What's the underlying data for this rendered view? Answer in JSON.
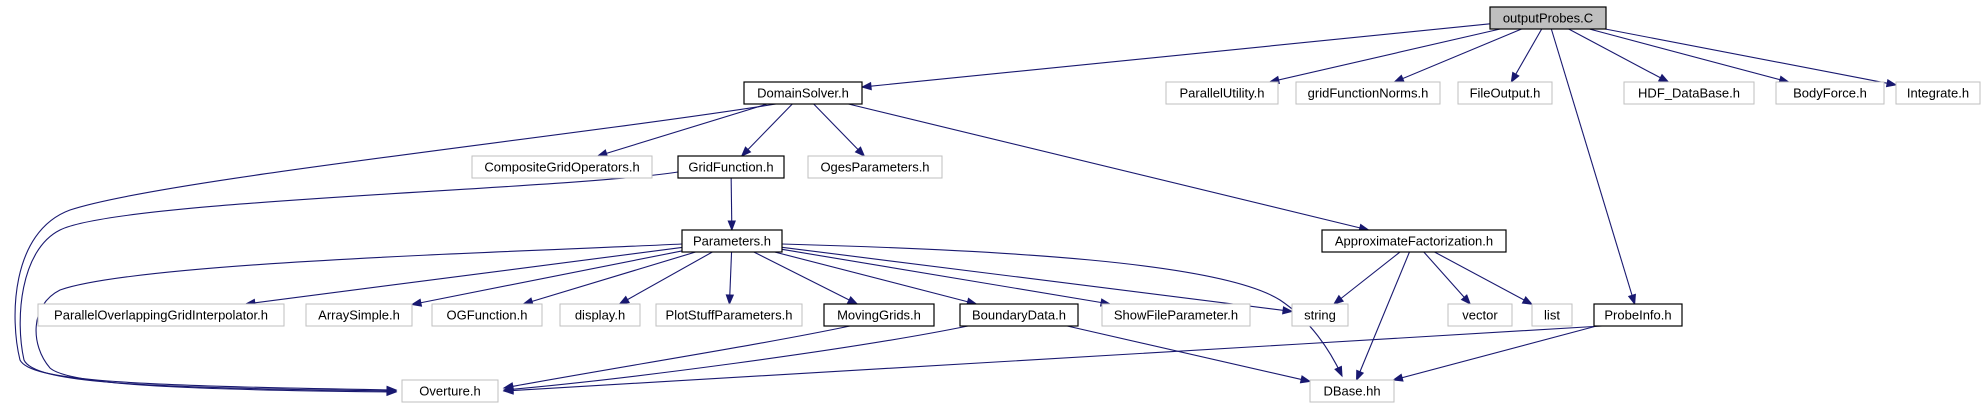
{
  "diagram": {
    "title": "",
    "nodes": [
      {
        "id": "outputProbes",
        "label": "outputProbes.C",
        "kind": "root"
      },
      {
        "id": "DomainSolver",
        "label": "DomainSolver.h",
        "kind": "doc"
      },
      {
        "id": "ParallelUtility",
        "label": "ParallelUtility.h",
        "kind": "nodoc"
      },
      {
        "id": "gridFunctionNorms",
        "label": "gridFunctionNorms.h",
        "kind": "nodoc"
      },
      {
        "id": "FileOutput",
        "label": "FileOutput.h",
        "kind": "nodoc"
      },
      {
        "id": "HDF_DataBase",
        "label": "HDF_DataBase.h",
        "kind": "nodoc"
      },
      {
        "id": "BodyForce",
        "label": "BodyForce.h",
        "kind": "nodoc"
      },
      {
        "id": "Integrate",
        "label": "Integrate.h",
        "kind": "nodoc"
      },
      {
        "id": "CompositeGridOperators",
        "label": "CompositeGridOperators.h",
        "kind": "nodoc"
      },
      {
        "id": "GridFunction",
        "label": "GridFunction.h",
        "kind": "doc"
      },
      {
        "id": "OgesParameters",
        "label": "OgesParameters.h",
        "kind": "nodoc"
      },
      {
        "id": "Parameters",
        "label": "Parameters.h",
        "kind": "doc"
      },
      {
        "id": "ApproximateFactorization",
        "label": "ApproximateFactorization.h",
        "kind": "doc"
      },
      {
        "id": "ParallelOverlappingGridInterpolator",
        "label": "ParallelOverlappingGridInterpolator.h",
        "kind": "nodoc"
      },
      {
        "id": "ArraySimple",
        "label": "ArraySimple.h",
        "kind": "nodoc"
      },
      {
        "id": "OGFunction",
        "label": "OGFunction.h",
        "kind": "nodoc"
      },
      {
        "id": "display",
        "label": "display.h",
        "kind": "nodoc"
      },
      {
        "id": "PlotStuffParameters",
        "label": "PlotStuffParameters.h",
        "kind": "nodoc"
      },
      {
        "id": "MovingGrids",
        "label": "MovingGrids.h",
        "kind": "doc"
      },
      {
        "id": "BoundaryData",
        "label": "BoundaryData.h",
        "kind": "doc"
      },
      {
        "id": "ShowFileParameter",
        "label": "ShowFileParameter.h",
        "kind": "nodoc"
      },
      {
        "id": "string",
        "label": "string",
        "kind": "nodoc"
      },
      {
        "id": "vector",
        "label": "vector",
        "kind": "nodoc"
      },
      {
        "id": "list",
        "label": "list",
        "kind": "nodoc"
      },
      {
        "id": "ProbeInfo",
        "label": "ProbeInfo.h",
        "kind": "doc"
      },
      {
        "id": "Overture",
        "label": "Overture.h",
        "kind": "nodoc"
      },
      {
        "id": "DBase",
        "label": "DBase.hh",
        "kind": "nodoc"
      }
    ],
    "edges": [
      {
        "from": "outputProbes",
        "to": "DomainSolver"
      },
      {
        "from": "outputProbes",
        "to": "ParallelUtility"
      },
      {
        "from": "outputProbes",
        "to": "gridFunctionNorms"
      },
      {
        "from": "outputProbes",
        "to": "FileOutput"
      },
      {
        "from": "outputProbes",
        "to": "HDF_DataBase"
      },
      {
        "from": "outputProbes",
        "to": "BodyForce"
      },
      {
        "from": "outputProbes",
        "to": "Integrate"
      },
      {
        "from": "outputProbes",
        "to": "ProbeInfo"
      },
      {
        "from": "DomainSolver",
        "to": "Overture"
      },
      {
        "from": "DomainSolver",
        "to": "CompositeGridOperators"
      },
      {
        "from": "DomainSolver",
        "to": "GridFunction"
      },
      {
        "from": "DomainSolver",
        "to": "OgesParameters"
      },
      {
        "from": "DomainSolver",
        "to": "ApproximateFactorization"
      },
      {
        "from": "GridFunction",
        "to": "Overture"
      },
      {
        "from": "GridFunction",
        "to": "Parameters"
      },
      {
        "from": "Parameters",
        "to": "Overture"
      },
      {
        "from": "Parameters",
        "to": "ParallelOverlappingGridInterpolator"
      },
      {
        "from": "Parameters",
        "to": "ArraySimple"
      },
      {
        "from": "Parameters",
        "to": "OGFunction"
      },
      {
        "from": "Parameters",
        "to": "display"
      },
      {
        "from": "Parameters",
        "to": "PlotStuffParameters"
      },
      {
        "from": "Parameters",
        "to": "MovingGrids"
      },
      {
        "from": "Parameters",
        "to": "BoundaryData"
      },
      {
        "from": "Parameters",
        "to": "ShowFileParameter"
      },
      {
        "from": "Parameters",
        "to": "string"
      },
      {
        "from": "Parameters",
        "to": "DBase"
      },
      {
        "from": "ApproximateFactorization",
        "to": "string"
      },
      {
        "from": "ApproximateFactorization",
        "to": "DBase"
      },
      {
        "from": "ApproximateFactorization",
        "to": "vector"
      },
      {
        "from": "ApproximateFactorization",
        "to": "list"
      },
      {
        "from": "MovingGrids",
        "to": "Overture"
      },
      {
        "from": "BoundaryData",
        "to": "Overture"
      },
      {
        "from": "BoundaryData",
        "to": "DBase"
      },
      {
        "from": "ProbeInfo",
        "to": "Overture"
      },
      {
        "from": "ProbeInfo",
        "to": "DBase"
      }
    ]
  }
}
